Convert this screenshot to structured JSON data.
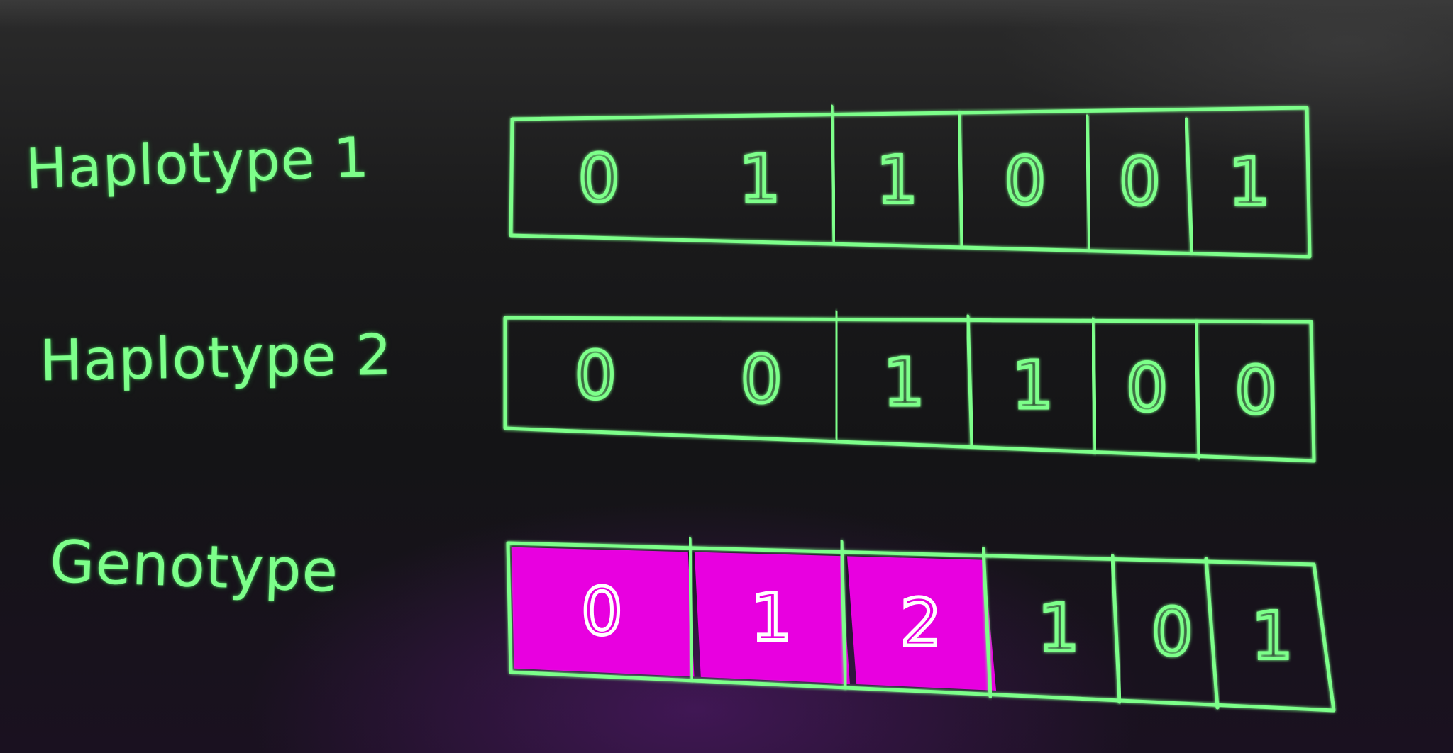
{
  "rows": [
    {
      "label": "Haplotype 1",
      "cells": [
        "0",
        "1",
        "1",
        "0",
        "0",
        "1"
      ]
    },
    {
      "label": "Haplotype 2",
      "cells": [
        "0",
        "0",
        "1",
        "1",
        "0",
        "0"
      ]
    },
    {
      "label": "Genotype",
      "cells": [
        "0",
        "1",
        "2",
        "1",
        "0",
        "1"
      ],
      "highlighted": [
        0,
        1,
        2
      ]
    }
  ],
  "colors": {
    "ink": "#7dff8a",
    "highlight": "#e800e0",
    "background": "#161618"
  }
}
